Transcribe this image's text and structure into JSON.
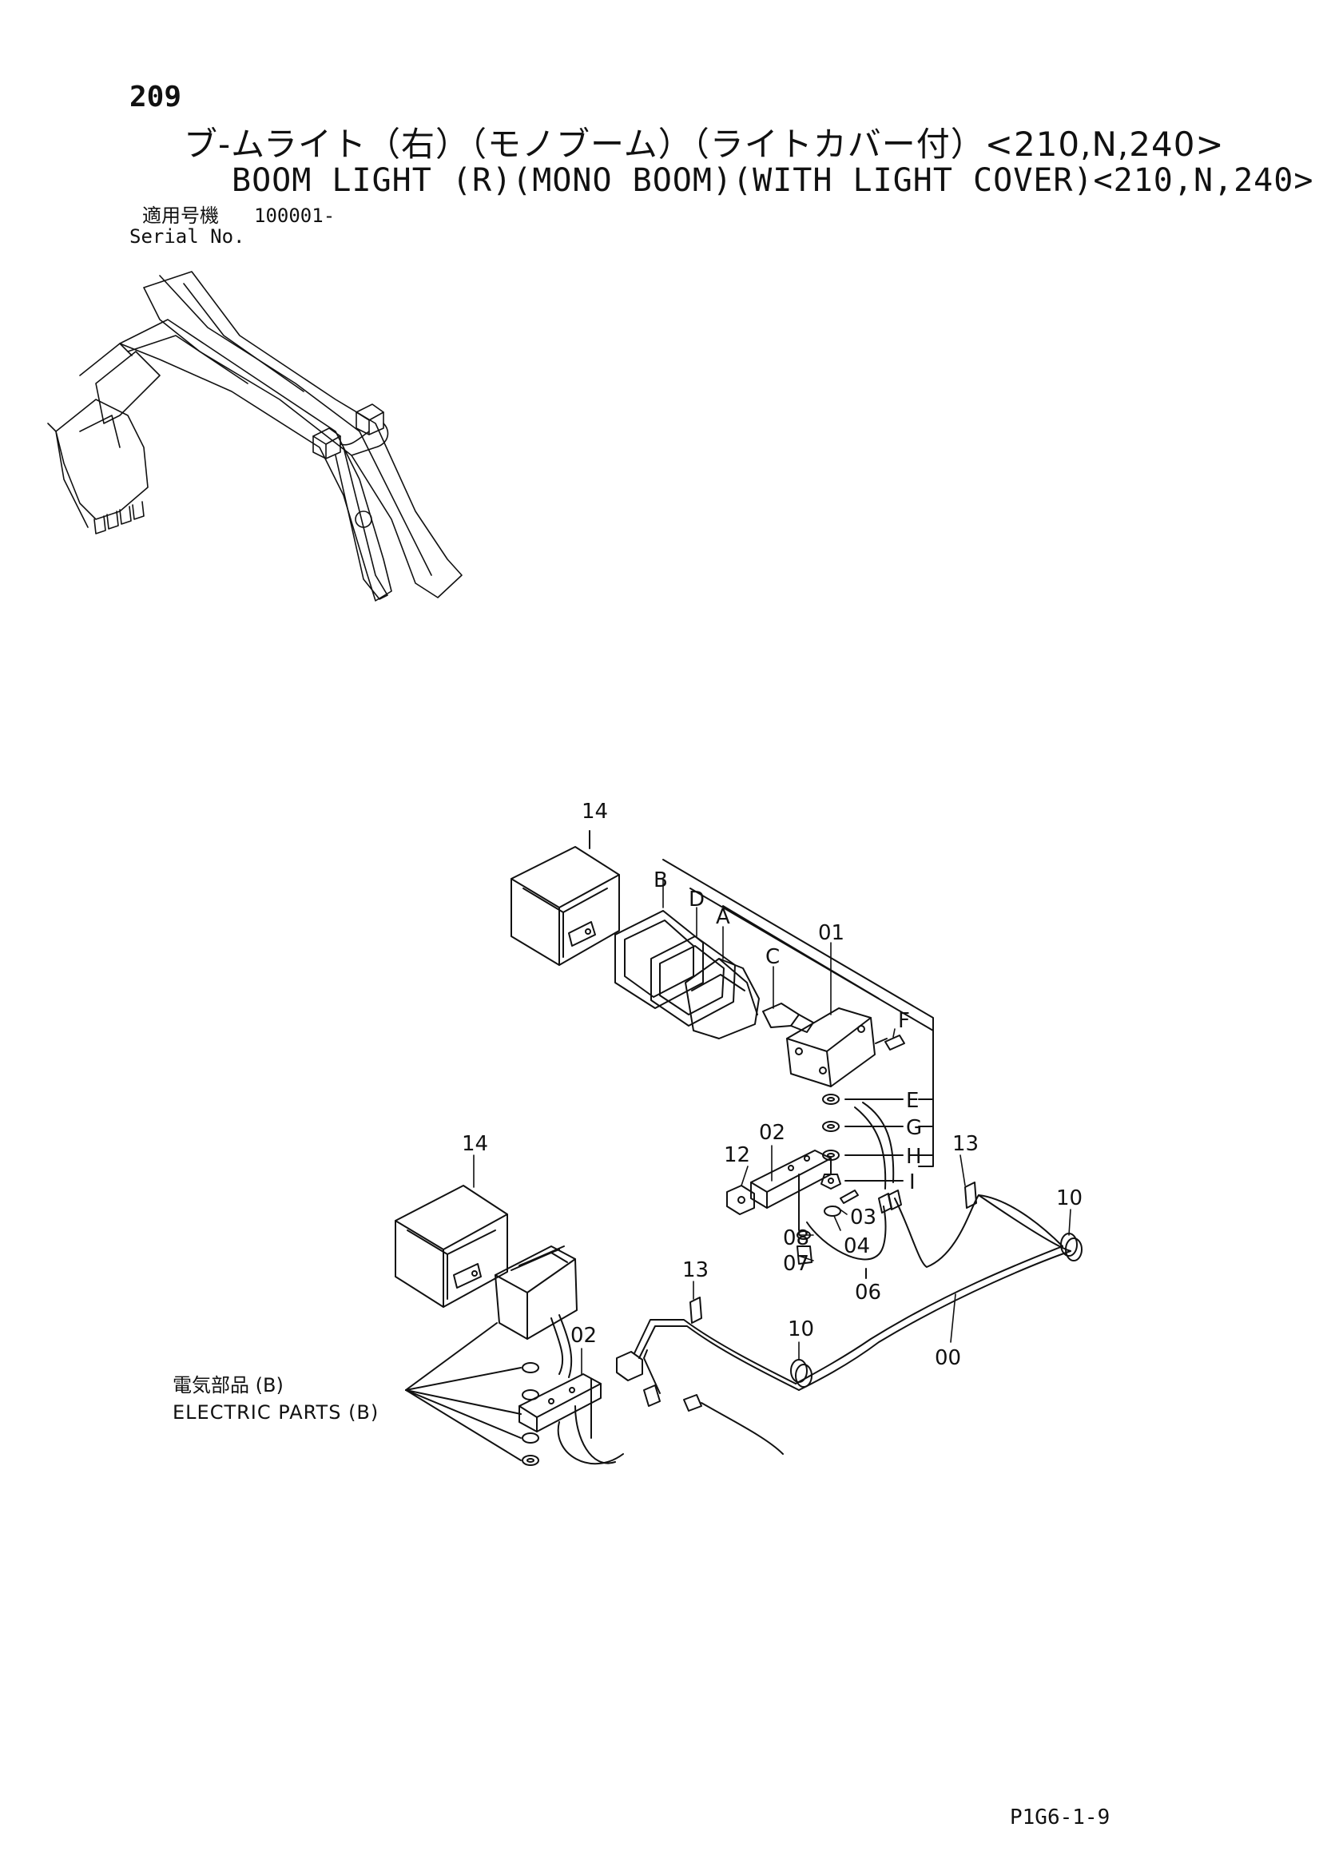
{
  "header": {
    "page_number": "209",
    "title_jp": "ブ-ムライト（右）（モノブーム）（ライトカバー付）<210,N,240>",
    "title_en": "BOOM LIGHT (R)(MONO BOOM)(WITH LIGHT COVER)<210,N,240>",
    "serial_label_jp": "適用号機",
    "serial_value": "100001-",
    "serial_label_en": "Serial No."
  },
  "callouts": {
    "c14_upper": "14",
    "cB": "B",
    "cD": "D",
    "cA": "A",
    "cC": "C",
    "c01": "01",
    "cF": "F",
    "cE": "E",
    "cG": "G",
    "cH": "H",
    "cI": "I",
    "c12": "12",
    "c02_upper": "02",
    "c13_right": "13",
    "c10_right": "10",
    "c03": "03",
    "c04": "04",
    "c08": "08",
    "c07": "07",
    "c06": "06",
    "c14_lower": "14",
    "c13_mid": "13",
    "c10_mid": "10",
    "c00": "00",
    "c02_lower": "02"
  },
  "reference": {
    "label_jp": "電気部品 (B)",
    "label_en": "ELECTRIC PARTS (B)"
  },
  "footer": {
    "code": "P1G6-1-9"
  }
}
